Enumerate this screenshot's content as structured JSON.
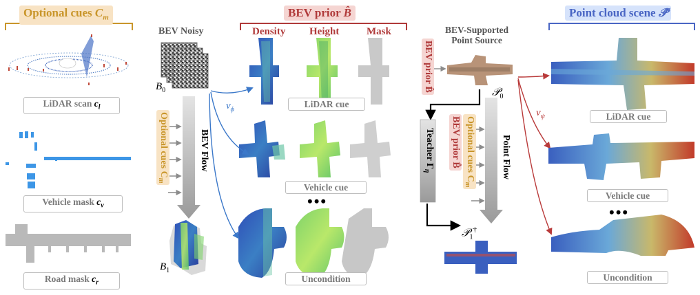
{
  "optional_cues": {
    "title": "Optional cues",
    "title_symbol": "C",
    "title_symbol_sub": "m",
    "lidar_label": "LiDAR scan",
    "lidar_symbol": "c",
    "lidar_sub": "l",
    "vehicle_label": "Vehicle mask",
    "vehicle_symbol": "c",
    "vehicle_sub": "v",
    "road_label": "Road mask",
    "road_symbol": "c",
    "road_sub": "r"
  },
  "bev_noisy": {
    "title": "BEV Noisy",
    "b0": "B",
    "b0_sub": "0",
    "b1": "B",
    "b1_sub": "1",
    "optional_cues_vertical": "Optional cues C",
    "optional_cues_vertical_sub": "m",
    "flow_label": "BEV Flow"
  },
  "bev_prior": {
    "title": "BEV prior",
    "title_symbol": "B̂",
    "columns": [
      "Density",
      "Height",
      "Mask"
    ],
    "row_labels": [
      "LiDAR cue",
      "Vehicle cue",
      "Uncondition"
    ],
    "dots": "•••",
    "velocity": "v",
    "velocity_sub": "ϕ"
  },
  "point_source": {
    "title_line1": "BEV-Supported",
    "title_line2": "Point Source",
    "prior_vertical": "BEV prior B̂",
    "p0": "𝒫",
    "p0_sub": "0",
    "p1": "𝒫",
    "p1_sub": "1",
    "p1_sup": "†",
    "teacher": "Teacher Γ",
    "teacher_sub": "η",
    "optional_cues_vertical": "Optional cues C",
    "optional_cues_vertical_sub": "m",
    "prior_vertical2": "BEV prior B̂",
    "flow_label": "Point Flow"
  },
  "point_cloud": {
    "title": "Point cloud scene",
    "title_symbol": "𝒫̂",
    "row_labels": [
      "LiDAR cue",
      "Vehicle cue",
      "Uncondition"
    ],
    "dots": "•••",
    "velocity": "v",
    "velocity_sub": "ψ"
  },
  "colors": {
    "gold": "#c9962b",
    "gold_bg": "#f8e3c4",
    "red": "#b03a3a",
    "red_bg": "#f5d5d2",
    "blue": "#4a66c4",
    "blue_bg": "#d6e3fb",
    "arrow_blue": "#3b78c9",
    "arrow_red": "#b93a3a"
  }
}
